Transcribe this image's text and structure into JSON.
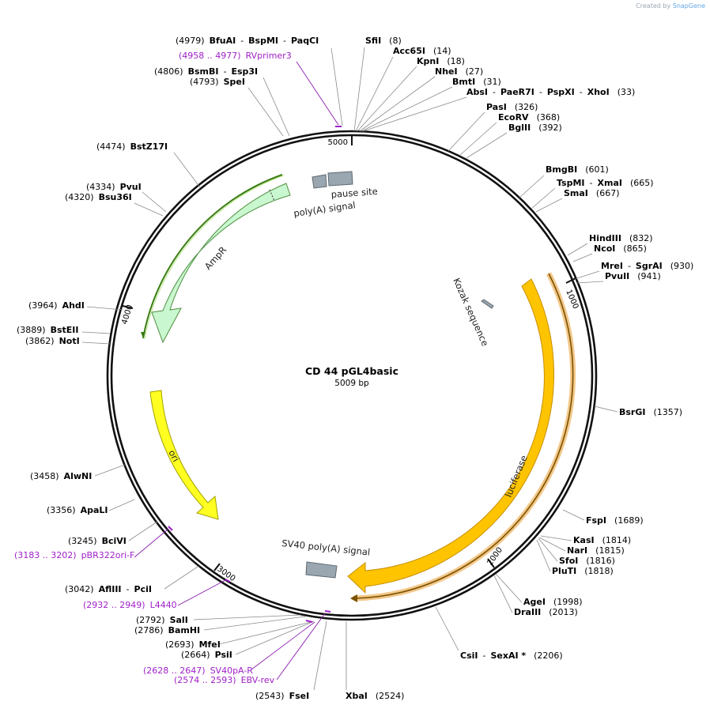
{
  "credit": {
    "prefix": "Created by",
    "brand": "SnapGene"
  },
  "plasmid": {
    "name": "CD 44 pGL4basic",
    "length": "5009 bp"
  },
  "ticks": [
    "5000",
    "1000",
    "2000",
    "3000",
    "4000"
  ],
  "features": {
    "ampr": "AmpR",
    "ori": "ori",
    "luciferase": "luciferase",
    "sv40": "SV40 poly(A) signal",
    "polya": "poly(A) signal",
    "pause": "pause site",
    "kozak": "Kozak sequence"
  },
  "sites": [
    {
      "id": "bfuai",
      "parts": [
        "(4979)",
        "BfuAI",
        "-",
        "BspMI",
        "-",
        "PaqCI"
      ]
    },
    {
      "id": "rvprimer3",
      "parts": [
        "(4958 .. 4977)",
        "RVprimer3"
      ]
    },
    {
      "id": "bsmbi",
      "parts": [
        "(4806)",
        "BsmBI",
        "-",
        "Esp3I"
      ]
    },
    {
      "id": "spei",
      "parts": [
        "(4793)",
        "SpeI"
      ]
    },
    {
      "id": "bstz17i",
      "parts": [
        "(4474)",
        "BstZ17I"
      ]
    },
    {
      "id": "pvui",
      "parts": [
        "(4334)",
        "PvuI"
      ]
    },
    {
      "id": "bsu36i",
      "parts": [
        "(4320)",
        "Bsu36I"
      ]
    },
    {
      "id": "ahdi",
      "parts": [
        "(3964)",
        "AhdI"
      ]
    },
    {
      "id": "bsteii",
      "parts": [
        "(3889)",
        "BstEII"
      ]
    },
    {
      "id": "noti",
      "parts": [
        "(3862)",
        "NotI"
      ]
    },
    {
      "id": "alwni",
      "parts": [
        "(3458)",
        "AlwNI"
      ]
    },
    {
      "id": "apali",
      "parts": [
        "(3356)",
        "ApaLI"
      ]
    },
    {
      "id": "bcivi",
      "parts": [
        "(3245)",
        "BciVI"
      ]
    },
    {
      "id": "pbr322ori",
      "parts": [
        "(3183 .. 3202)",
        "pBR322ori-F"
      ]
    },
    {
      "id": "afliii",
      "parts": [
        "(3042)",
        "AflIII",
        "-",
        "PciI"
      ]
    },
    {
      "id": "l4440",
      "parts": [
        "(2932 .. 2949)",
        "L4440"
      ]
    },
    {
      "id": "sali",
      "parts": [
        "(2792)",
        "SalI"
      ]
    },
    {
      "id": "bamhi",
      "parts": [
        "(2786)",
        "BamHI"
      ]
    },
    {
      "id": "mfei",
      "parts": [
        "(2693)",
        "MfeI"
      ]
    },
    {
      "id": "psii",
      "parts": [
        "(2664)",
        "PsiI"
      ]
    },
    {
      "id": "sv40par",
      "parts": [
        "(2628 .. 2647)",
        "SV40pA-R"
      ]
    },
    {
      "id": "ebvrev",
      "parts": [
        "(2574 .. 2593)",
        "EBV-rev"
      ]
    },
    {
      "id": "fsei",
      "parts": [
        "(2543)",
        "FseI"
      ]
    },
    {
      "id": "xbai",
      "parts": [
        "XbaI",
        "(2524)"
      ]
    },
    {
      "id": "sfii",
      "parts": [
        "SfiI",
        "(8)"
      ]
    },
    {
      "id": "acc65i",
      "parts": [
        "Acc65I",
        "(14)"
      ]
    },
    {
      "id": "kpni",
      "parts": [
        "KpnI",
        "(18)"
      ]
    },
    {
      "id": "nhei",
      "parts": [
        "NheI",
        "(27)"
      ]
    },
    {
      "id": "bmti",
      "parts": [
        "BmtI",
        "(31)"
      ]
    },
    {
      "id": "absi",
      "parts": [
        "AbsI",
        "-",
        "PaeR7I",
        "-",
        "PspXI",
        "-",
        "XhoI",
        "(33)"
      ]
    },
    {
      "id": "pasi",
      "parts": [
        "PasI",
        "(326)"
      ]
    },
    {
      "id": "ecorv",
      "parts": [
        "EcoRV",
        "(368)"
      ]
    },
    {
      "id": "bglii",
      "parts": [
        "BglII",
        "(392)"
      ]
    },
    {
      "id": "bmgbi",
      "parts": [
        "BmgBI",
        "(601)"
      ]
    },
    {
      "id": "tspmi",
      "parts": [
        "TspMI",
        "-",
        "XmaI",
        "(665)"
      ]
    },
    {
      "id": "smai",
      "parts": [
        "SmaI",
        "(667)"
      ]
    },
    {
      "id": "hindiii",
      "parts": [
        "HindIII",
        "(832)"
      ]
    },
    {
      "id": "ncoi",
      "parts": [
        "NcoI",
        "(865)"
      ]
    },
    {
      "id": "mrei",
      "parts": [
        "MreI",
        "-",
        "SgrAI",
        "(930)"
      ]
    },
    {
      "id": "pvuii",
      "parts": [
        "PvuII",
        "(941)"
      ]
    },
    {
      "id": "bsrgi",
      "parts": [
        "BsrGI",
        "(1357)"
      ]
    },
    {
      "id": "fspi",
      "parts": [
        "FspI",
        "(1689)"
      ]
    },
    {
      "id": "kasi",
      "parts": [
        "KasI",
        "(1814)"
      ]
    },
    {
      "id": "nari",
      "parts": [
        "NarI",
        "(1815)"
      ]
    },
    {
      "id": "sfoi",
      "parts": [
        "SfoI",
        "(1816)"
      ]
    },
    {
      "id": "pluti",
      "parts": [
        "PluTI",
        "(1818)"
      ]
    },
    {
      "id": "agei",
      "parts": [
        "AgeI",
        "(1998)"
      ]
    },
    {
      "id": "draiii",
      "parts": [
        "DraIII",
        "(2013)"
      ]
    },
    {
      "id": "csii",
      "parts": [
        "CsiI",
        "-",
        "SexAI *",
        "(2206)"
      ]
    }
  ]
}
